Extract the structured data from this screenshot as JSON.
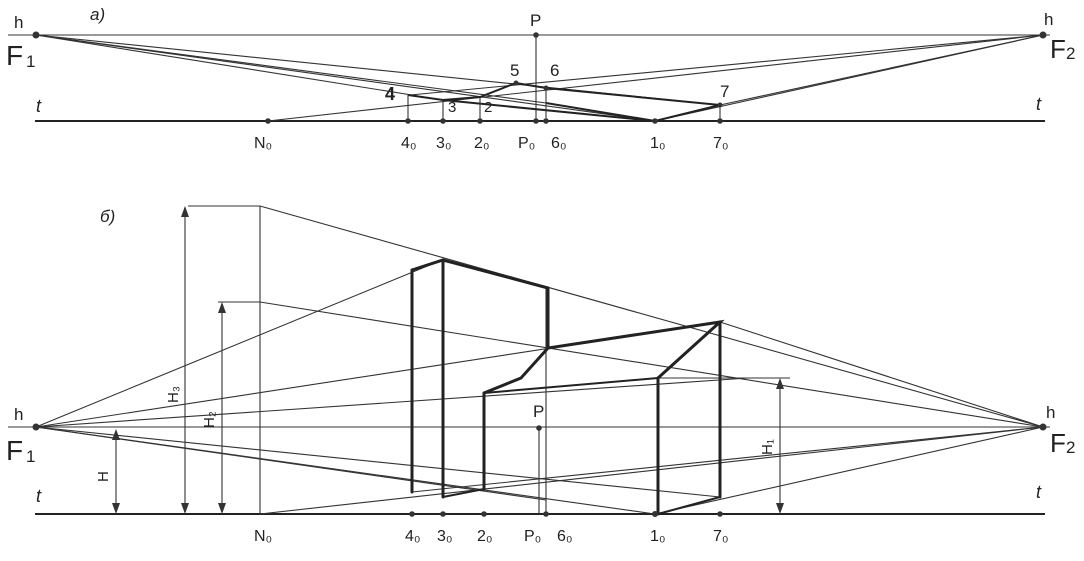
{
  "figure_a": {
    "label": "а)",
    "horizon_left": "h",
    "horizon_right": "h",
    "vp_left": "F",
    "vp_left_sub": "1",
    "vp_right": "F",
    "vp_right_sub": "2",
    "ground_left": "t",
    "ground_right": "t",
    "center": "P",
    "points": [
      "4",
      "3",
      "2",
      "5",
      "6",
      "7"
    ],
    "base_labels": [
      "N₀",
      "4₀",
      "3₀",
      "2₀",
      "P₀",
      "6₀",
      "1₀",
      "7₀"
    ]
  },
  "figure_b": {
    "label": "б)",
    "horizon_left": "h",
    "horizon_right": "h",
    "vp_left": "F",
    "vp_left_sub": "1",
    "vp_right": "F",
    "vp_right_sub": "2",
    "ground_left": "t",
    "ground_right": "t",
    "center": "P",
    "heights": [
      "H",
      "H₃",
      "H₂",
      "H₁"
    ],
    "base_labels": [
      "N₀",
      "4₀",
      "3₀",
      "2₀",
      "P₀",
      "6₀",
      "1₀",
      "7₀"
    ]
  }
}
